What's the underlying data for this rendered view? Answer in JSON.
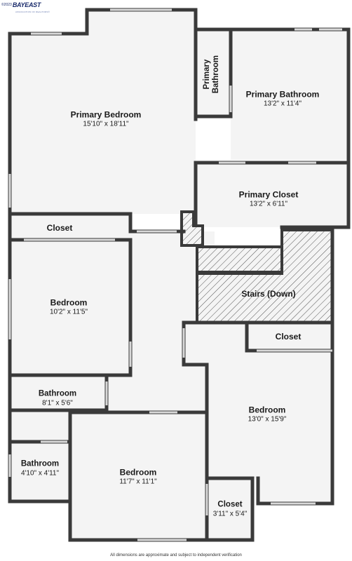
{
  "logo": {
    "copyright": "©2023",
    "brand": "BAYEAST",
    "tagline": "ASSOCIATION OF REALTORS®"
  },
  "rooms": {
    "primary_bedroom": {
      "name": "Primary Bedroom",
      "dim": "15'10\" x 18'11\""
    },
    "primary_bathroom_small": {
      "name_line1": "Primary",
      "name_line2": "Bathroom"
    },
    "primary_bathroom": {
      "name": "Primary Bathroom",
      "dim": "13'2\" x 11'4\""
    },
    "primary_closet": {
      "name": "Primary Closet",
      "dim": "13'2\" x 6'11\""
    },
    "closet_left": {
      "name": "Closet"
    },
    "bedroom_left": {
      "name": "Bedroom",
      "dim": "10'2\" x 11'5\""
    },
    "stairs": {
      "name": "Stairs (Down)"
    },
    "closet_right": {
      "name": "Closet"
    },
    "bedroom_right": {
      "name": "Bedroom",
      "dim": "13'0\" x 15'9\""
    },
    "bathroom_upper": {
      "name": "Bathroom",
      "dim": "8'1\" x 5'6\""
    },
    "bathroom_lower": {
      "name": "Bathroom",
      "dim": "4'10\" x 4'11\""
    },
    "bedroom_bottom": {
      "name": "Bedroom",
      "dim": "11'7\" x 11'1\""
    },
    "closet_bottom": {
      "name": "Closet",
      "dim": "3'11\" x 5'4\""
    }
  },
  "footer": "All dimensions are approximate and subject to independent verification",
  "colors": {
    "wall": "#3a3a3a",
    "floor": "#f4f4f4",
    "hatch": "#555555",
    "window": "#d9d9d9"
  }
}
